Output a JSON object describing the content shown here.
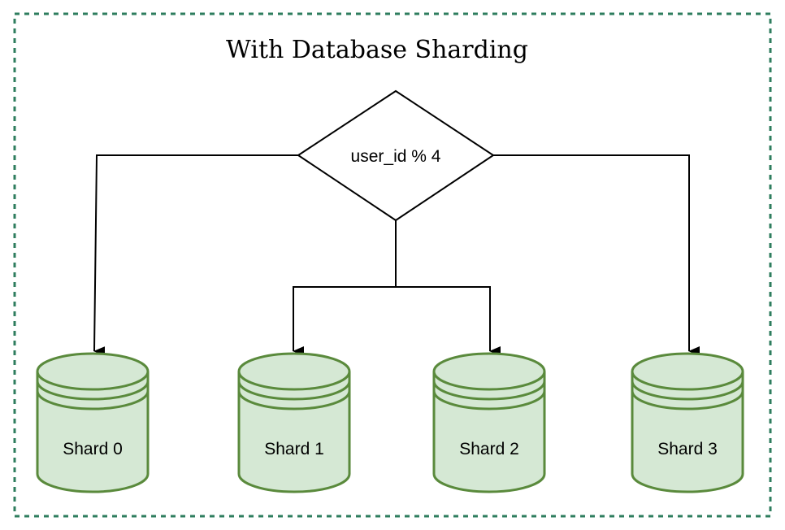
{
  "title": "With Database Sharding",
  "router": {
    "label": "user_id % 4"
  },
  "shards": [
    {
      "label": "Shard 0"
    },
    {
      "label": "Shard 1"
    },
    {
      "label": "Shard 2"
    },
    {
      "label": "Shard 3"
    }
  ],
  "colors": {
    "frame_border": "#2e7d5e",
    "shard_fill": "#d5e8d4",
    "shard_stroke": "#5a8a3c",
    "line": "#000000"
  }
}
